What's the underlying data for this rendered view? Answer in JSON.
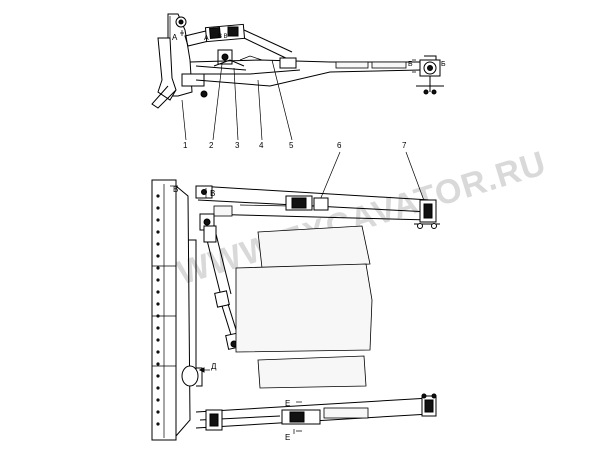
{
  "top_view": {
    "callouts": [
      "1",
      "2",
      "3",
      "4",
      "5"
    ],
    "section_marks": {
      "a_top": "А",
      "a_pair": "А",
      "b_left": "Б",
      "b_right": "Б",
      "small_label": "В В"
    }
  },
  "plan_view": {
    "callouts": [
      "6",
      "7"
    ],
    "section_marks": {
      "v_left": "В",
      "v_right": "В",
      "d_mark": "Д",
      "e_top": "Е",
      "e_bottom": "Е"
    }
  },
  "watermark": "WWW.EXCAVATOR.RU"
}
